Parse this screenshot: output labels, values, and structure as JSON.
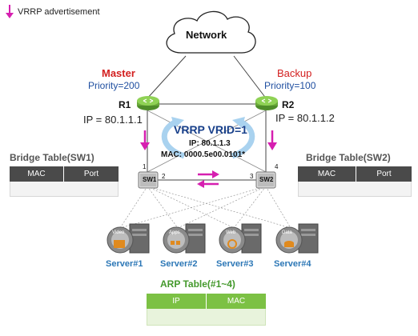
{
  "legend": {
    "label": "VRRP advertisement"
  },
  "network": {
    "label": "Network"
  },
  "routers": [
    {
      "name": "R1",
      "role": "Master",
      "priority": "Priority=200",
      "ip": "IP = 80.1.1.1"
    },
    {
      "name": "R2",
      "role": "Backup",
      "priority": "Priority=100",
      "ip": "IP = 80.1.1.2"
    }
  ],
  "vrrp": {
    "title": "VRRP VRID=1",
    "ip": "IP: 80.1.1.3",
    "mac": "MAC: 0000.5e00.0101*"
  },
  "switches": [
    {
      "name": "SW1",
      "ports": [
        "1",
        "2"
      ]
    },
    {
      "name": "SW2",
      "ports": [
        "3",
        "4"
      ]
    }
  ],
  "bridge_tables": [
    {
      "title": "Bridge Table(SW1)",
      "columns": [
        "MAC",
        "Port"
      ]
    },
    {
      "title": "Bridge Table(SW2)",
      "columns": [
        "MAC",
        "Port"
      ]
    }
  ],
  "servers": [
    {
      "label": "Server#1",
      "badge": "Video"
    },
    {
      "label": "Server#2",
      "badge": "Apps"
    },
    {
      "label": "Server#3",
      "badge": "Web"
    },
    {
      "label": "Server#4",
      "badge": "Data"
    }
  ],
  "arp_table": {
    "title": "ARP Table(#1~4)",
    "columns": [
      "IP",
      "MAC"
    ]
  },
  "colors": {
    "advert_arrow": "#d61fb0",
    "master": "#d32020",
    "priority": "#1f4fa0",
    "router": "#7cc144",
    "server_label": "#2c77b6",
    "arp_header": "#7cc144",
    "bridge_header": "#4a4a4a"
  }
}
